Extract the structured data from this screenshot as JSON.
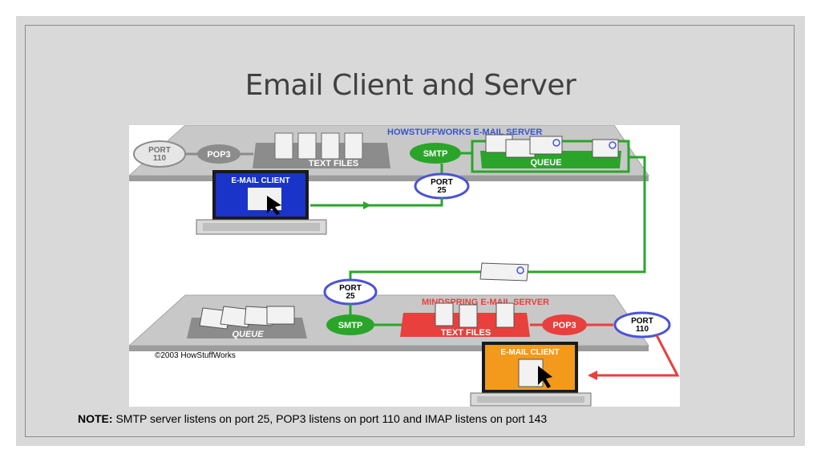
{
  "slide": {
    "title": "Email Client and Server",
    "note_label": "NOTE:",
    "note_text": " SMTP server listens on port 25, POP3 listens on port 110 and IMAP listens on port 143"
  },
  "diagram": {
    "top_server": {
      "title": "HOWSTUFFWORKS E-MAIL SERVER",
      "port_left": [
        "PORT",
        "110"
      ],
      "pop3": "POP3",
      "text_files": "TEXT FILES",
      "smtp": "SMTP",
      "queue": "QUEUE",
      "port_smtp": [
        "PORT",
        "25"
      ]
    },
    "client_top": "E-MAIL CLIENT",
    "bottom_server": {
      "title": "MINDSPRING E-MAIL SERVER",
      "port_smtp": [
        "PORT",
        "25"
      ],
      "queue": "QUEUE",
      "smtp": "SMTP",
      "text_files": "TEXT FILES",
      "pop3": "POP3",
      "port_right": [
        "PORT",
        "110"
      ]
    },
    "client_bottom": "E-MAIL CLIENT",
    "copyright": "©2003 HowStuffWorks",
    "colors": {
      "green": "#2aa52a",
      "red": "#e8403d",
      "port_border": "#4a54d6",
      "client_blue": "#1a33c8",
      "client_orange": "#f39a1c",
      "platform": "#c8c8c8"
    }
  }
}
